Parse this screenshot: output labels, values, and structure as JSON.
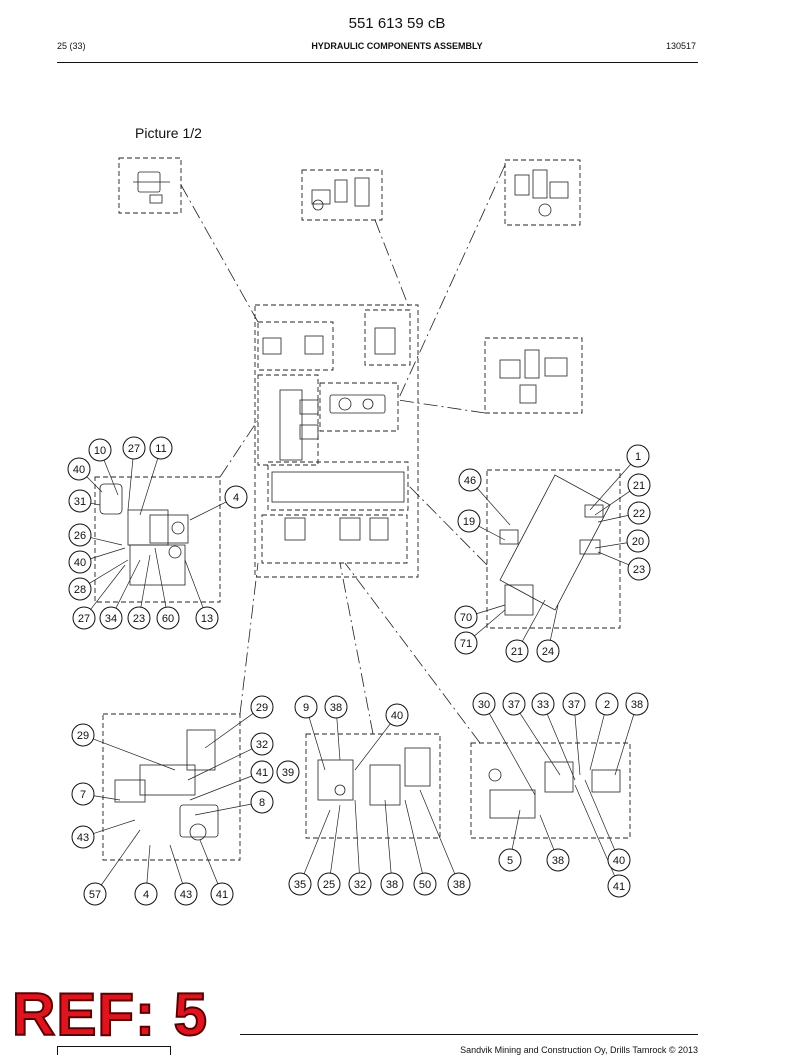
{
  "header": {
    "document_number": "551 613 59 cB",
    "page": "25 (33)",
    "title": "HYDRAULIC COMPONENTS ASSEMBLY",
    "date_code": "130517"
  },
  "picture_label": "Picture 1/2",
  "ref_stamp": "REF: 5",
  "footer": {
    "copyright": "Sandvik Mining and Construction Oy, Drills Tamrock © 2013"
  },
  "callouts": [
    {
      "id": "c10",
      "label": "10"
    },
    {
      "id": "c27a",
      "label": "27"
    },
    {
      "id": "c11",
      "label": "11"
    },
    {
      "id": "c40a",
      "label": "40"
    },
    {
      "id": "c31",
      "label": "31"
    },
    {
      "id": "c4a",
      "label": "4"
    },
    {
      "id": "c26",
      "label": "26"
    },
    {
      "id": "c40b",
      "label": "40"
    },
    {
      "id": "c28",
      "label": "28"
    },
    {
      "id": "c27b",
      "label": "27"
    },
    {
      "id": "c34",
      "label": "34"
    },
    {
      "id": "c23a",
      "label": "23"
    },
    {
      "id": "c60",
      "label": "60"
    },
    {
      "id": "c13",
      "label": "13"
    },
    {
      "id": "c1",
      "label": "1"
    },
    {
      "id": "c46",
      "label": "46"
    },
    {
      "id": "c21a",
      "label": "21"
    },
    {
      "id": "c19",
      "label": "19"
    },
    {
      "id": "c22",
      "label": "22"
    },
    {
      "id": "c20",
      "label": "20"
    },
    {
      "id": "c23b",
      "label": "23"
    },
    {
      "id": "c70",
      "label": "70"
    },
    {
      "id": "c71",
      "label": "71"
    },
    {
      "id": "c21b",
      "label": "21"
    },
    {
      "id": "c24",
      "label": "24"
    },
    {
      "id": "c29a",
      "label": "29"
    },
    {
      "id": "c29b",
      "label": "29"
    },
    {
      "id": "c32a",
      "label": "32"
    },
    {
      "id": "c41a",
      "label": "41"
    },
    {
      "id": "c39",
      "label": "39"
    },
    {
      "id": "c7",
      "label": "7"
    },
    {
      "id": "c8",
      "label": "8"
    },
    {
      "id": "c43a",
      "label": "43"
    },
    {
      "id": "c57",
      "label": "57"
    },
    {
      "id": "c4b",
      "label": "4"
    },
    {
      "id": "c43b",
      "label": "43"
    },
    {
      "id": "c41b",
      "label": "41"
    },
    {
      "id": "c9",
      "label": "9"
    },
    {
      "id": "c38a",
      "label": "38"
    },
    {
      "id": "c40c",
      "label": "40"
    },
    {
      "id": "c35",
      "label": "35"
    },
    {
      "id": "c25",
      "label": "25"
    },
    {
      "id": "c32b",
      "label": "32"
    },
    {
      "id": "c38b",
      "label": "38"
    },
    {
      "id": "c50",
      "label": "50"
    },
    {
      "id": "c38c",
      "label": "38"
    },
    {
      "id": "c30",
      "label": "30"
    },
    {
      "id": "c37a",
      "label": "37"
    },
    {
      "id": "c33",
      "label": "33"
    },
    {
      "id": "c37b",
      "label": "37"
    },
    {
      "id": "c2",
      "label": "2"
    },
    {
      "id": "c38d",
      "label": "38"
    },
    {
      "id": "c5",
      "label": "5"
    },
    {
      "id": "c38e",
      "label": "38"
    },
    {
      "id": "c40d",
      "label": "40"
    },
    {
      "id": "c41c",
      "label": "41"
    }
  ]
}
